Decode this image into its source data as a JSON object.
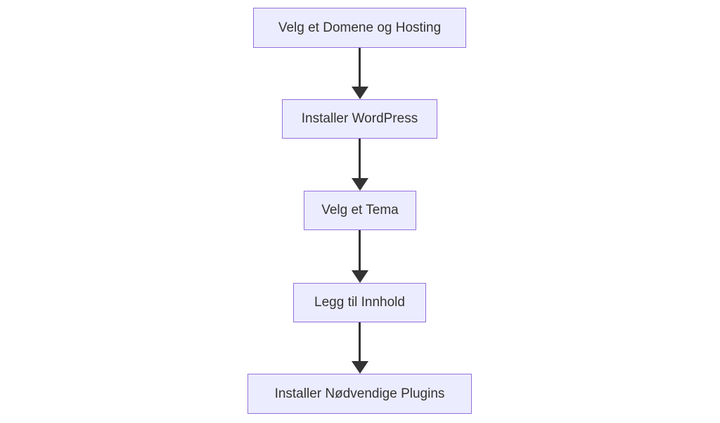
{
  "diagram": {
    "type": "flowchart",
    "direction": "top-to-bottom",
    "background_color": "#ffffff",
    "node_fill_color": "#ECECFF",
    "node_border_color": "#9370DB",
    "text_color": "#333333",
    "edge_color": "#333333",
    "nodes": [
      {
        "label": "Velg et Domene og Hosting"
      },
      {
        "label": "Installer WordPress"
      },
      {
        "label": "Velg et Tema"
      },
      {
        "label": "Legg til Innhold"
      },
      {
        "label": "Installer Nødvendige Plugins"
      }
    ],
    "edges": [
      {
        "from": "Velg et Domene og Hosting",
        "to": "Installer WordPress"
      },
      {
        "from": "Installer WordPress",
        "to": "Velg et Tema"
      },
      {
        "from": "Velg et Tema",
        "to": "Legg til Innhold"
      },
      {
        "from": "Legg til Innhold",
        "to": "Installer Nødvendige Plugins"
      }
    ]
  }
}
